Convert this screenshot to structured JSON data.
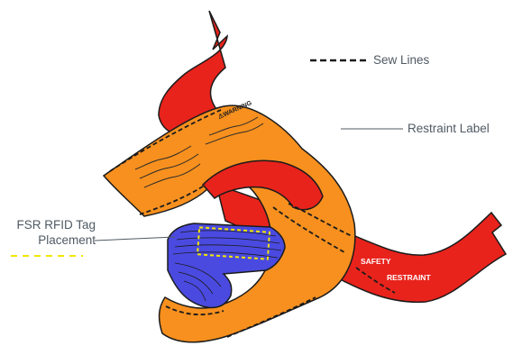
{
  "legend": {
    "sew_lines_label": "Sew Lines"
  },
  "callouts": {
    "restraint_label": "Restraint Label",
    "fsr_tag_line1": "FSR RFID Tag",
    "fsr_tag_line2": "Placement"
  },
  "strap_text": {
    "line1": "SAFETY",
    "line2": "RESTRAINT"
  },
  "label_text": {
    "warning": "⚠WARNING"
  },
  "colors": {
    "strap": "#e8231c",
    "label": "#f7901e",
    "tag": "#4a4ae0",
    "tag_marker": "#f2e600",
    "outline": "#1b1b1b",
    "callout_text": "#4f5963"
  }
}
